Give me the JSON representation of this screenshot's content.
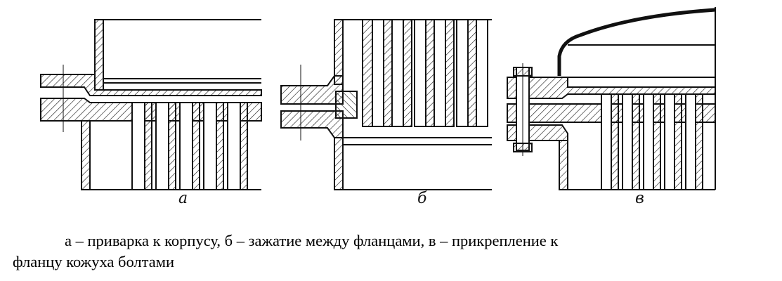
{
  "figure": {
    "labels": {
      "a": "а",
      "b": "б",
      "c": "в"
    }
  },
  "caption": {
    "line1": "а – приварка к корпусу, б – зажатие между фланцами, в – прикрепление к",
    "line2": "фланцу кожуха болтами"
  }
}
